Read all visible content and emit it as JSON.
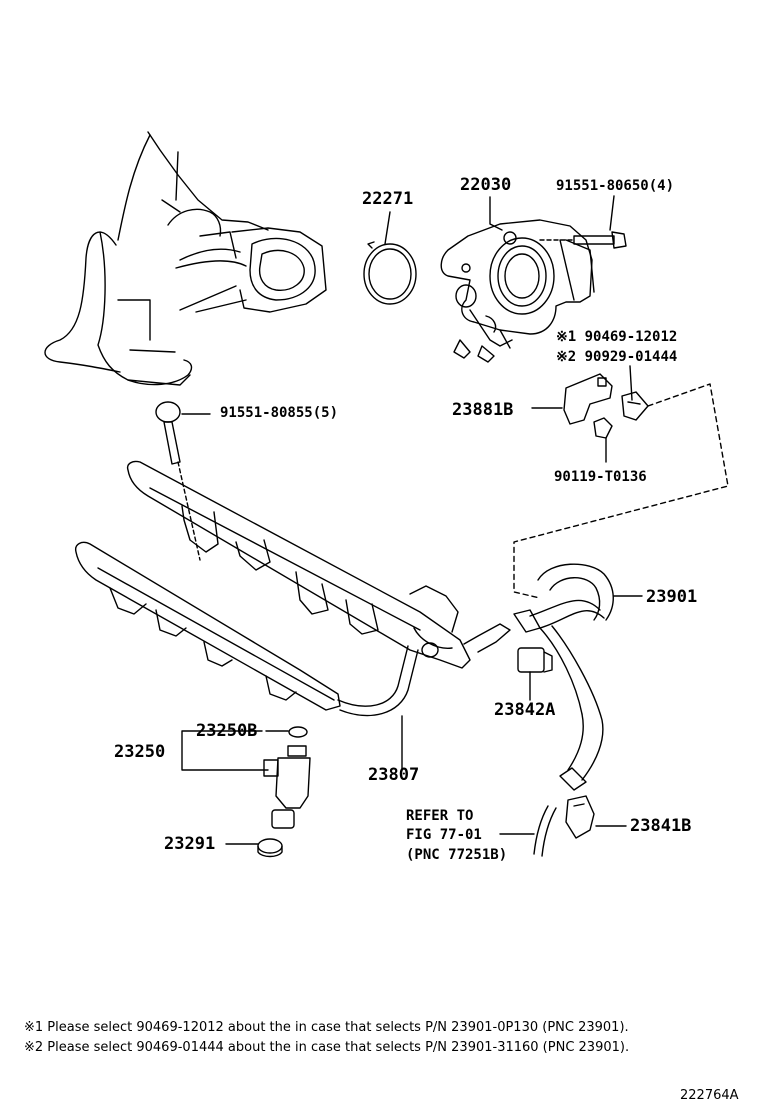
{
  "parts": {
    "p22271": "22271",
    "p22030": "22030",
    "p91551_80650": "91551-80650(4)",
    "p90469": "※1 90469-12012",
    "p90929": "※2 90929-01444",
    "p91551_80855": "91551-80855(5)",
    "p23881B": "23881B",
    "p90119": "90119-T0136",
    "p23901": "23901",
    "p23842A": "23842A",
    "p23250B": "23250B",
    "p23250": "23250",
    "p23807": "23807",
    "p23291": "23291",
    "p23841B": "23841B"
  },
  "refer": {
    "line1": "REFER TO",
    "line2": "FIG 77-01",
    "line3": "(PNC 77251B)"
  },
  "notes": {
    "note1": "※1 Please select 90469-12012 about the in case that selects P/N 23901-0P130 (PNC 23901).",
    "note2": "※2 Please select 90469-01444 about the in case that selects P/N 23901-31160 (PNC 23901)."
  },
  "figure_number": "222764A"
}
